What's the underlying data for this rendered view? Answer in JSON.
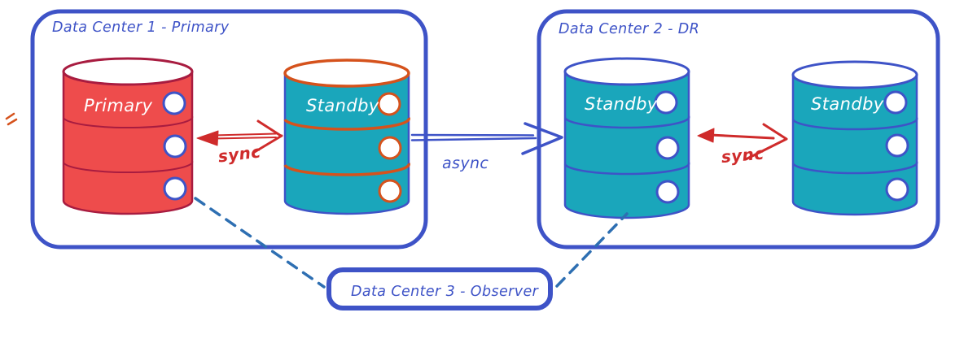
{
  "diagram": {
    "dc1": {
      "title": "Data Center 1 - Primary",
      "databases": [
        {
          "label": "Primary"
        },
        {
          "label": "Standby"
        }
      ],
      "sync_label": "sync"
    },
    "dc2": {
      "title": "Data Center 2 - DR",
      "databases": [
        {
          "label": "Standby"
        },
        {
          "label": "Standby"
        }
      ],
      "sync_label": "sync"
    },
    "dc3": {
      "title": "Data Center 3 - Observer"
    },
    "async_label": "async"
  },
  "colors": {
    "blue": "#3E53C7",
    "steelblue": "#2E6FB2",
    "red": "#CF2B2B",
    "redfill": "#EE4C4C",
    "crimson": "#A81C40",
    "teal": "#1AA6BB",
    "orange": "#D5521C",
    "white": "#FFFFFF"
  }
}
